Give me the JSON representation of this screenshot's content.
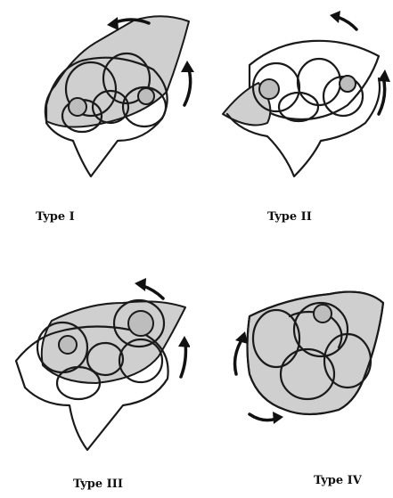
{
  "figures": [
    {
      "label": "Type I"
    },
    {
      "label": "Type II"
    },
    {
      "label": "Type III"
    },
    {
      "label": "Type IV"
    }
  ]
}
